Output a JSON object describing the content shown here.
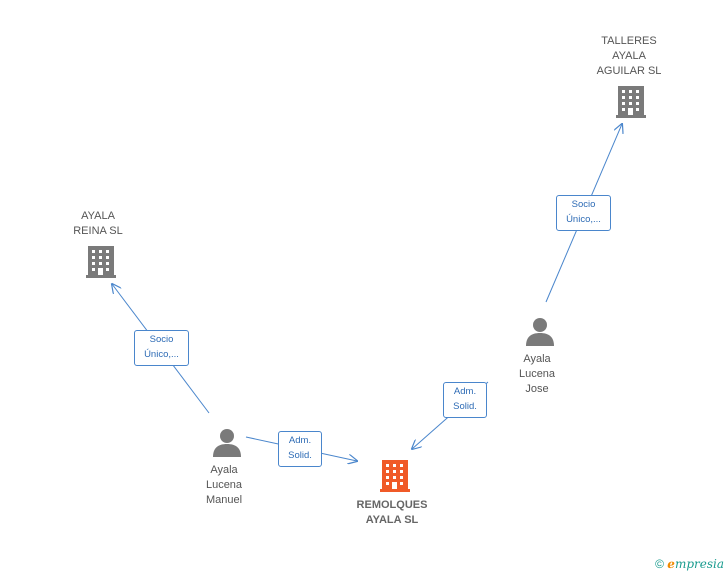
{
  "colors": {
    "edge": "#4a86cc",
    "node_company": "#7a7a7a",
    "node_main": "#f05a28",
    "node_person": "#7a7a7a"
  },
  "nodes": {
    "talleres": {
      "label": "TALLERES\nAYALA\nAGUILAR SL",
      "icon": "building-icon"
    },
    "ayala_reina": {
      "label": "AYALA\nREINA SL",
      "icon": "building-icon"
    },
    "jose": {
      "label": "Ayala\nLucena\nJose",
      "icon": "person-icon"
    },
    "manuel": {
      "label": "Ayala\nLucena\nManuel",
      "icon": "person-icon"
    },
    "remolques": {
      "label": "REMOLQUES\nAYALA SL",
      "icon": "building-icon"
    }
  },
  "edges": {
    "jose_talleres": "Socio\nÚnico,...",
    "manuel_reina": "Socio\nÚnico,...",
    "jose_remolques": "Adm.\nSolid.",
    "manuel_remolques": "Adm.\nSolid."
  },
  "footer": {
    "copyright": "©",
    "brand_e": "ℯ",
    "brand_rest": "mpresia"
  }
}
